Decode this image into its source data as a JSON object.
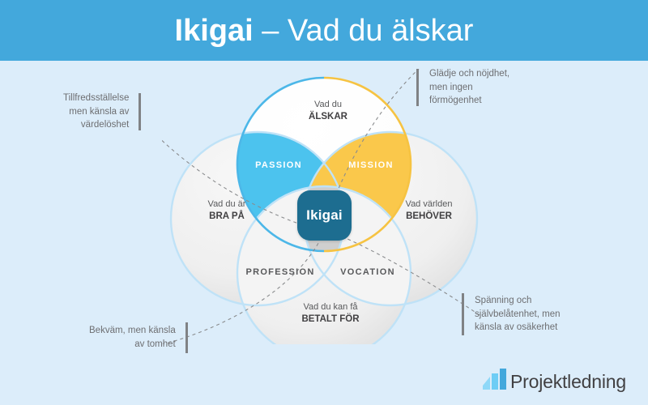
{
  "header": {
    "title_strong": "Ikigai",
    "title_light": " – Vad du älskar"
  },
  "diagram": {
    "center_label": "Ikigai",
    "circles": [
      {
        "id": "love",
        "line1": "Vad du",
        "line2": "ÄLSKAR"
      },
      {
        "id": "good",
        "line1": "Vad du är",
        "line2": "BRA PÅ"
      },
      {
        "id": "needs",
        "line1": "Vad världen",
        "line2": "BEHÖVER"
      },
      {
        "id": "paid",
        "line1": "Vad du kan få",
        "line2": "BETALT FÖR"
      }
    ],
    "segments": [
      {
        "id": "passion",
        "label": "PASSION",
        "color": "#4cc3ee"
      },
      {
        "id": "mission",
        "label": "MISSION",
        "color": "#fac84b"
      },
      {
        "id": "profession",
        "label": "PROFESSION",
        "color": "#f2f2f2"
      },
      {
        "id": "vocation",
        "label": "VOCATION",
        "color": "#f2f2f2"
      }
    ]
  },
  "annotations": [
    {
      "id": "top-left",
      "lines": [
        "Tillfredsställelse",
        "men känsla av",
        "värdelöshet"
      ]
    },
    {
      "id": "top-right",
      "lines": [
        "Glädje och nöjdhet,",
        "men ingen",
        "förmögenhet"
      ]
    },
    {
      "id": "bottom-right",
      "lines": [
        "Spänning och",
        "självbelåtenhet, men",
        "känsla av osäkerhet"
      ]
    },
    {
      "id": "bottom-left",
      "lines": [
        "Bekväm, men känsla",
        "av tomhet"
      ]
    }
  ],
  "logo": {
    "text": "Projektledning",
    "icon": "bar-chart-icon"
  },
  "colors": {
    "header_bg": "#43a8dc",
    "page_bg": "#dcedfa",
    "passion": "#4cc3ee",
    "mission": "#fac84b",
    "center_badge": "#1d6d90",
    "text_gray": "#6d6e71",
    "text_dark": "#414042"
  }
}
